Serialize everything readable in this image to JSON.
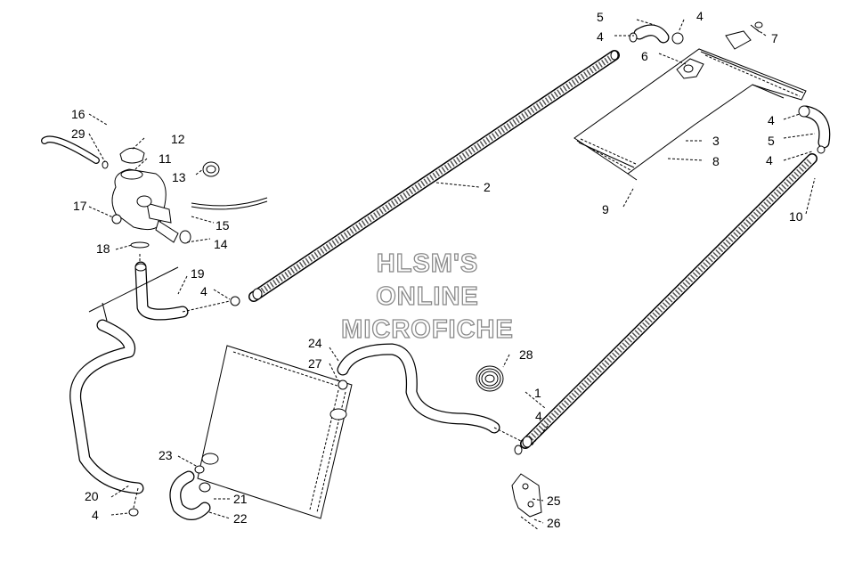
{
  "watermark": {
    "line1": "HLSM'S",
    "line2": "ONLINE",
    "line3": "MICROFICHE"
  },
  "callouts": {
    "c1": "1",
    "c2": "2",
    "c3": "3",
    "c4a": "4",
    "c4b": "4",
    "c4c": "4",
    "c4d": "4",
    "c4e": "4",
    "c4f": "4",
    "c4g": "4",
    "c5a": "5",
    "c5b": "5",
    "c6": "6",
    "c7": "7",
    "c8": "8",
    "c9": "9",
    "c10": "10",
    "c11": "11",
    "c12": "12",
    "c13": "13",
    "c14": "14",
    "c15": "15",
    "c16": "16",
    "c17": "17",
    "c18": "18",
    "c19": "19",
    "c20": "20",
    "c21": "21",
    "c22": "22",
    "c23": "23",
    "c24": "24",
    "c25": "25",
    "c26": "26",
    "c27": "27",
    "c28": "28",
    "c29": "29"
  }
}
